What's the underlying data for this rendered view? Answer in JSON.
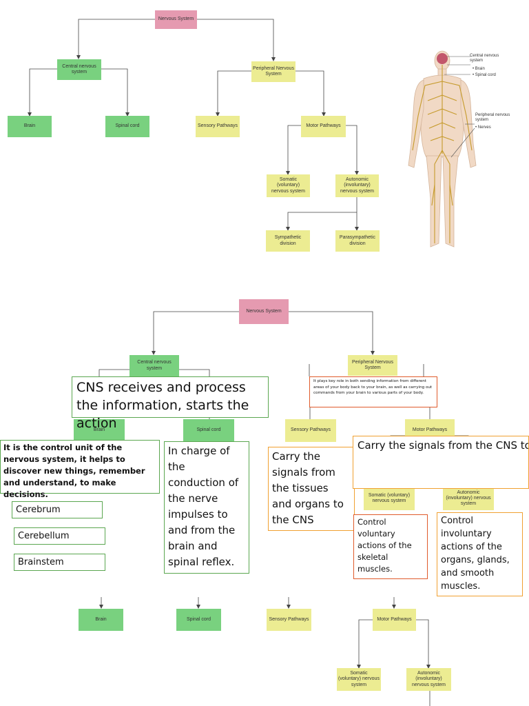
{
  "colors": {
    "root": "#e59ab0",
    "cns": "#79d17f",
    "pns": "#ecec92",
    "line": "#444444"
  },
  "top": {
    "nervous_system": "Nervous System",
    "cns": "Central nervous system",
    "pns": "Peripheral Nervous System",
    "brain": "Brain",
    "spinal_cord": "Spinal cord",
    "sensory": "Sensory Pathways",
    "motor": "Motor Pathways",
    "somatic": "Somatic (voluntary) nervous system",
    "autonomic": "Autonomic (involuntary) nervous system",
    "sympathetic": "Sympathetic division",
    "parasympathetic": "Parasympathetic division"
  },
  "figure": {
    "cns_label": "Central nervous system",
    "brain_label": "• Brain",
    "spinal_label": "• Spinal cord",
    "pns_label": "Peripheral nervous system",
    "nerves_label": "• Nerves"
  },
  "middle": {
    "nervous_system": "Nervous System",
    "cns": "Central nervous system",
    "pns": "Peripheral Nervous System",
    "brain": "Brain",
    "spinal_cord": "Spinal cord",
    "sensory": "Sensory Pathways",
    "motor": "Motor Pathways",
    "somatic": "Somatic (voluntary) nervous system",
    "autonomic": "Autonomic (involuntary) nervous system",
    "cns_note": "CNS receives and process the information, starts the action",
    "pns_note": "It plays key role in both sending information from different areas of your body back to your brain, as well as carrying out commands from your brain to various parts of your body.",
    "brain_note": "It is the control unit of the nervous system, it helps to discover new things, remember and understand, to make decisions.",
    "cerebrum": "Cerebrum",
    "cerebellum": "Cerebellum",
    "brainstem": "Brainstem",
    "spinal_note": "In charge of the conduction of the nerve impulses to and from the brain and spinal reflex.",
    "sensory_note": "Carry the signals from the tissues and organs to the CNS",
    "motor_note": "Carry the signals from the CNS to the peripheral organ, gland or muscle.",
    "somatic_note": "Control voluntary actions of the skeletal muscles.",
    "autonomic_note": "Control involuntary actions of the organs, glands, and smooth muscles."
  },
  "bottom": {
    "brain": "Brain",
    "spinal_cord": "Spinal cord",
    "sensory": "Sensory Pathways",
    "motor": "Motor Pathways",
    "somatic": "Somatic (voluntary) nervous system",
    "autonomic": "Autonomic (involuntary) nervous system"
  }
}
